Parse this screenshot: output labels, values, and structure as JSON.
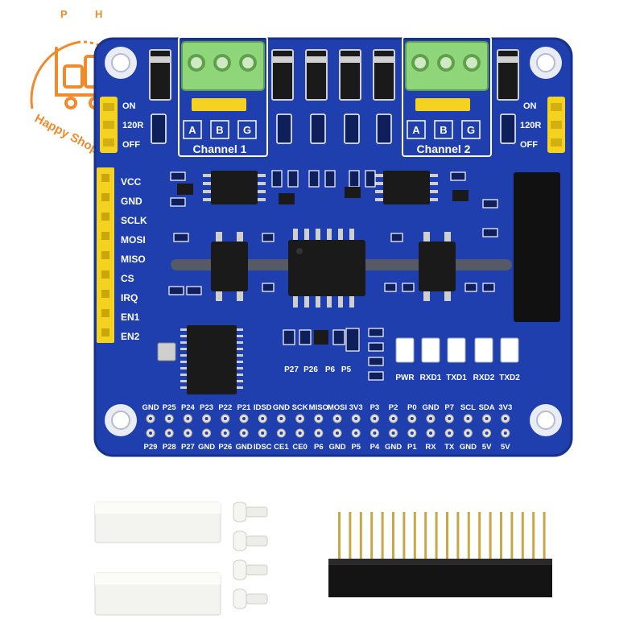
{
  "watermark": {
    "letters": [
      "P",
      "H"
    ],
    "tagline": "Happy Shopping",
    "color": "#f08a2a"
  },
  "board": {
    "pcb_color": "#1f3fae",
    "terminal_color": "#8fd67a",
    "jumper_color": "#f4d21f",
    "left_switch_labels": [
      "ON",
      "120R",
      "OFF"
    ],
    "right_switch_labels": [
      "ON",
      "120R",
      "OFF"
    ],
    "channel1": {
      "title": "Channel 1",
      "pins": [
        "A",
        "B",
        "G"
      ]
    },
    "channel2": {
      "title": "Channel 2",
      "pins": [
        "A",
        "B",
        "G"
      ]
    },
    "spi_header_labels": [
      "VCC",
      "GND",
      "SCLK",
      "MOSI",
      "MISO",
      "CS",
      "IRQ",
      "EN1",
      "EN2"
    ],
    "test_pad_labels": [
      "P27",
      "P26",
      "P6",
      "P5"
    ],
    "led_labels": [
      "PWR",
      "RXD1",
      "TXD1",
      "RXD2",
      "TXD2"
    ],
    "gpio_top_labels": [
      "GND",
      "P25",
      "P24",
      "P23",
      "P22",
      "P21",
      "IDSD",
      "GND",
      "SCK",
      "MISO",
      "MOSI",
      "3V3",
      "P3",
      "P2",
      "P0",
      "GND",
      "P7",
      "SCL",
      "SDA",
      "3V3"
    ],
    "gpio_bottom_labels": [
      "P29",
      "P28",
      "P27",
      "GND",
      "P26",
      "GND",
      "IDSC",
      "CE1",
      "CE0",
      "P6",
      "GND",
      "P5",
      "P4",
      "GND",
      "P1",
      "RX",
      "TX",
      "GND",
      "5V",
      "5V"
    ]
  },
  "accessories": {
    "standoff_count": 2,
    "screw_count": 4,
    "pin_header_pin_count": 20
  }
}
